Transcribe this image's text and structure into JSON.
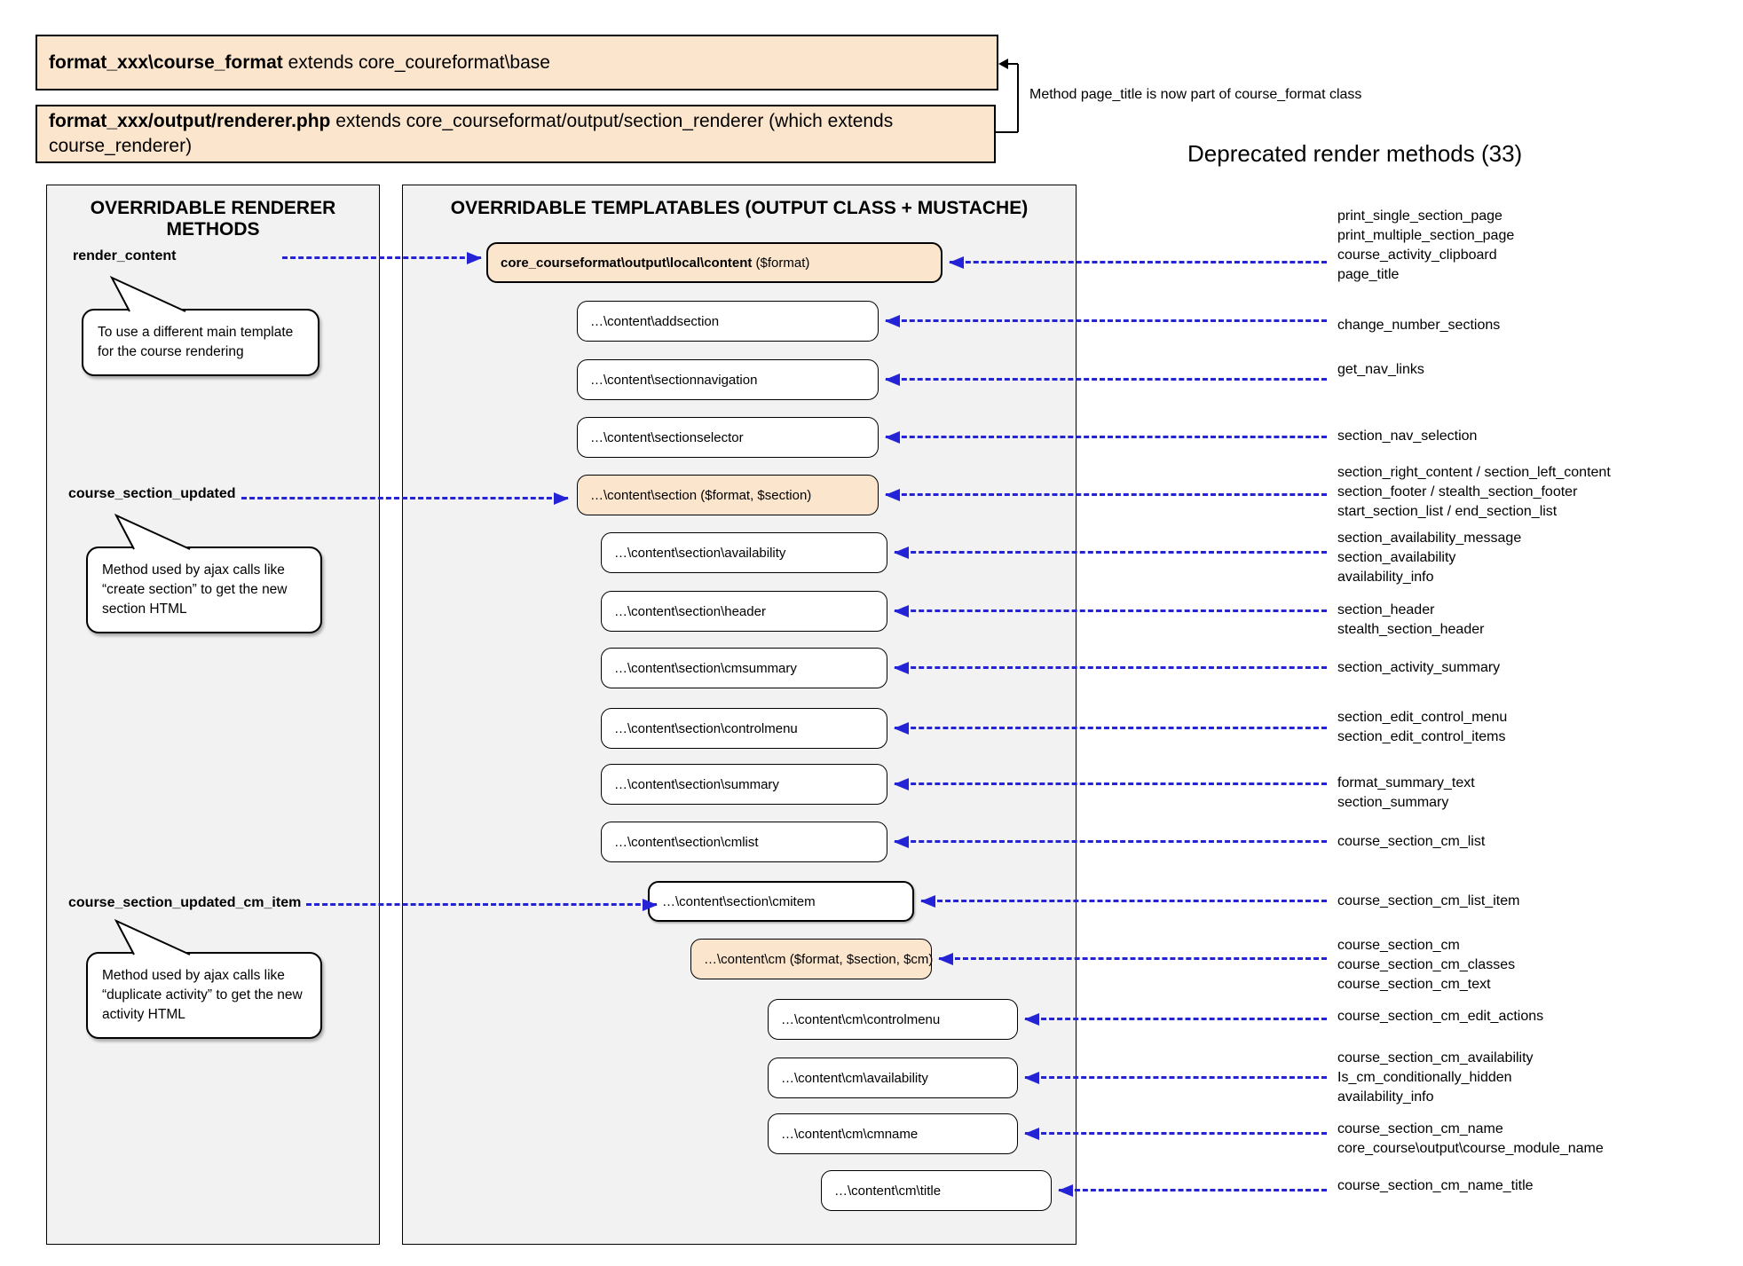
{
  "header": {
    "box1_bold": "format_xxx\\course_format",
    "box1_rest": " extends core_coureformat\\base",
    "box2_bold": "format_xxx/output/renderer.php",
    "box2_rest": " extends core_courseformat/output/section_renderer (which extends course_renderer)",
    "note": "Method page_title is now part of course_format class",
    "deprecated_title": "Deprecated render methods (33)"
  },
  "left_panel": {
    "title": "OVERRIDABLE RENDERER METHODS",
    "methods": [
      {
        "name": "render_content",
        "tooltip": "To use a different main template for the course rendering"
      },
      {
        "name": "course_section_updated",
        "tooltip": "Method used by ajax calls like “create section” to get the new section HTML"
      },
      {
        "name": "course_section_updated_cm_item",
        "tooltip": "Method used by ajax calls like “duplicate activity” to get the new activity HTML"
      }
    ]
  },
  "middle_panel": {
    "title": "OVERRIDABLE TEMPLATABLES (OUTPUT CLASS + MUSTACHE)",
    "boxes": [
      {
        "bold": "core_courseformat\\output\\local\\content",
        "rest": " ($format)"
      },
      {
        "label": "…\\content\\addsection"
      },
      {
        "label": "…\\content\\sectionnavigation"
      },
      {
        "label": "…\\content\\sectionselector"
      },
      {
        "label": "…\\content\\section ($format, $section)"
      },
      {
        "label": "…\\content\\section\\availability"
      },
      {
        "label": "…\\content\\section\\header"
      },
      {
        "label": "…\\content\\section\\cmsummary"
      },
      {
        "label": "…\\content\\section\\controlmenu"
      },
      {
        "label": "…\\content\\section\\summary"
      },
      {
        "label": "…\\content\\section\\cmlist"
      },
      {
        "label": "…\\content\\section\\cmitem"
      },
      {
        "label": "…\\content\\cm ($format, $section, $cm)"
      },
      {
        "label": "…\\content\\cm\\controlmenu"
      },
      {
        "label": "…\\content\\cm\\availability"
      },
      {
        "label": "…\\content\\cm\\cmname"
      },
      {
        "label": "…\\content\\cm\\title"
      }
    ]
  },
  "deprecated": {
    "groups": [
      {
        "lines": [
          "print_single_section_page",
          "print_multiple_section_page",
          "course_activity_clipboard",
          "page_title"
        ]
      },
      {
        "lines": [
          "change_number_sections"
        ]
      },
      {
        "lines": [
          "get_nav_links"
        ]
      },
      {
        "lines": [
          "section_nav_selection"
        ]
      },
      {
        "lines": [
          "section_right_content / section_left_content",
          "section_footer / stealth_section_footer",
          "start_section_list / end_section_list"
        ]
      },
      {
        "lines": [
          "section_availability_message",
          "section_availability",
          "availability_info"
        ]
      },
      {
        "lines": [
          "section_header",
          "stealth_section_header"
        ]
      },
      {
        "lines": [
          "section_activity_summary"
        ]
      },
      {
        "lines": [
          "section_edit_control_menu",
          "section_edit_control_items"
        ]
      },
      {
        "lines": [
          "format_summary_text",
          "section_summary"
        ]
      },
      {
        "lines": [
          "course_section_cm_list"
        ]
      },
      {
        "lines": [
          "course_section_cm_list_item"
        ]
      },
      {
        "lines": [
          "course_section_cm",
          "course_section_cm_classes",
          "course_section_cm_text"
        ]
      },
      {
        "lines": [
          "course_section_cm_edit_actions"
        ]
      },
      {
        "lines": [
          "course_section_cm_availability",
          "Is_cm_conditionally_hidden",
          "availability_info"
        ]
      },
      {
        "lines": [
          "course_section_cm_name",
          "core_course\\output\\course_module_name"
        ]
      },
      {
        "lines": [
          "course_section_cm_name_title"
        ]
      }
    ]
  }
}
